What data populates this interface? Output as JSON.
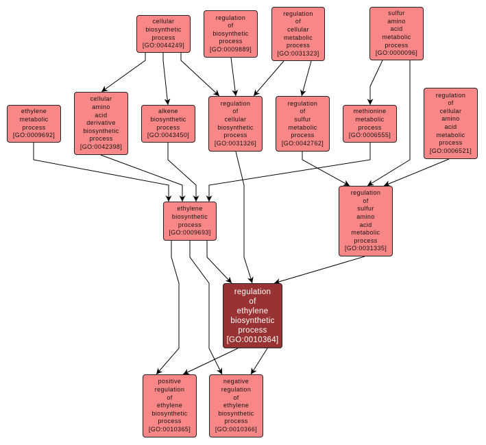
{
  "colors": {
    "node_fill": "#fa8787",
    "focus_fill": "#993333",
    "edge": "#000000"
  },
  "nodes": {
    "n0044249": {
      "label": "cellular\nbiosynthetic\nprocess",
      "id": "[GO:0044249]"
    },
    "n0009889": {
      "label": "regulation\nof\nbiosynthetic\nprocess",
      "id": "[GO:0009889]"
    },
    "n0031323": {
      "label": "regulation\nof\ncellular\nmetabolic\nprocess",
      "id": "[GO:0031323]"
    },
    "n0000096": {
      "label": "sulfur\namino\nacid\nmetabolic\nprocess",
      "id": "[GO:0000096]"
    },
    "n0009692": {
      "label": "ethylene\nmetabolic\nprocess",
      "id": "[GO:0009692]"
    },
    "n0042398": {
      "label": "cellular\namino\nacid\nderivative\nbiosynthetic\nprocess",
      "id": "[GO:0042398]"
    },
    "n0043450": {
      "label": "alkene\nbiosynthetic\nprocess",
      "id": "[GO:0043450]"
    },
    "n0031326": {
      "label": "regulation\nof\ncellular\nbiosynthetic\nprocess",
      "id": "[GO:0031326]"
    },
    "n0042762": {
      "label": "regulation\nof\nsulfur\nmetabolic\nprocess",
      "id": "[GO:0042762]"
    },
    "n0006555": {
      "label": "methionine\nmetabolic\nprocess",
      "id": "[GO:0006555]"
    },
    "n0006521": {
      "label": "regulation\nof\ncellular\namino\nacid\nmetabolic\nprocess",
      "id": "[GO:0006521]"
    },
    "n0009693": {
      "label": "ethylene\nbiosynthetic\nprocess",
      "id": "[GO:0009693]"
    },
    "n0031335": {
      "label": "regulation\nof\nsulfur\namino\nacid\nmetabolic\nprocess",
      "id": "[GO:0031335]"
    },
    "n0010364": {
      "label": "regulation\nof\nethylene\nbiosynthetic\nprocess",
      "id": "[GO:0010364]"
    },
    "n0010365": {
      "label": "positive\nregulation\nof\nethylene\nbiosynthetic\nprocess",
      "id": "[GO:0010365]"
    },
    "n0010366": {
      "label": "negative\nregulation\nof\nethylene\nbiosynthetic\nprocess",
      "id": "[GO:0010366]"
    }
  }
}
